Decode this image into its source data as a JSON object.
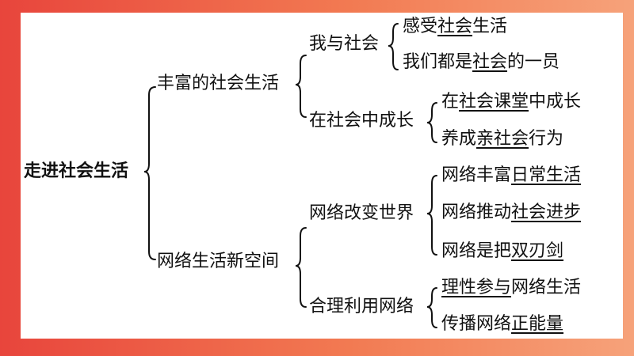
{
  "root": "走进社会生活",
  "branches": [
    {
      "label": "丰富的社会生活",
      "children": [
        {
          "label": "我与社会",
          "leaves": [
            {
              "parts": [
                "感受",
                "社会",
                "生活"
              ]
            },
            {
              "parts": [
                "我们都是",
                "社会",
                "的一员"
              ]
            }
          ]
        },
        {
          "label": "在社会中成长",
          "leaves": [
            {
              "parts": [
                "在",
                "社会课堂",
                "中成长"
              ]
            },
            {
              "parts": [
                "养成",
                "亲社会",
                "行为"
              ]
            }
          ]
        }
      ]
    },
    {
      "label": "网络生活新空间",
      "children": [
        {
          "label": "网络改变世界",
          "leaves": [
            {
              "parts": [
                "网络丰富",
                "日常生活",
                ""
              ]
            },
            {
              "parts": [
                "网络推动",
                "社会进步",
                ""
              ]
            },
            {
              "parts": [
                "网络是把",
                "双刃剑",
                ""
              ]
            }
          ]
        },
        {
          "label": "合理利用网络",
          "leaves": [
            {
              "parts": [
                "",
                "理性参与",
                "网络生活"
              ]
            },
            {
              "parts": [
                "传播网络",
                "正能量",
                ""
              ]
            }
          ]
        }
      ]
    }
  ]
}
